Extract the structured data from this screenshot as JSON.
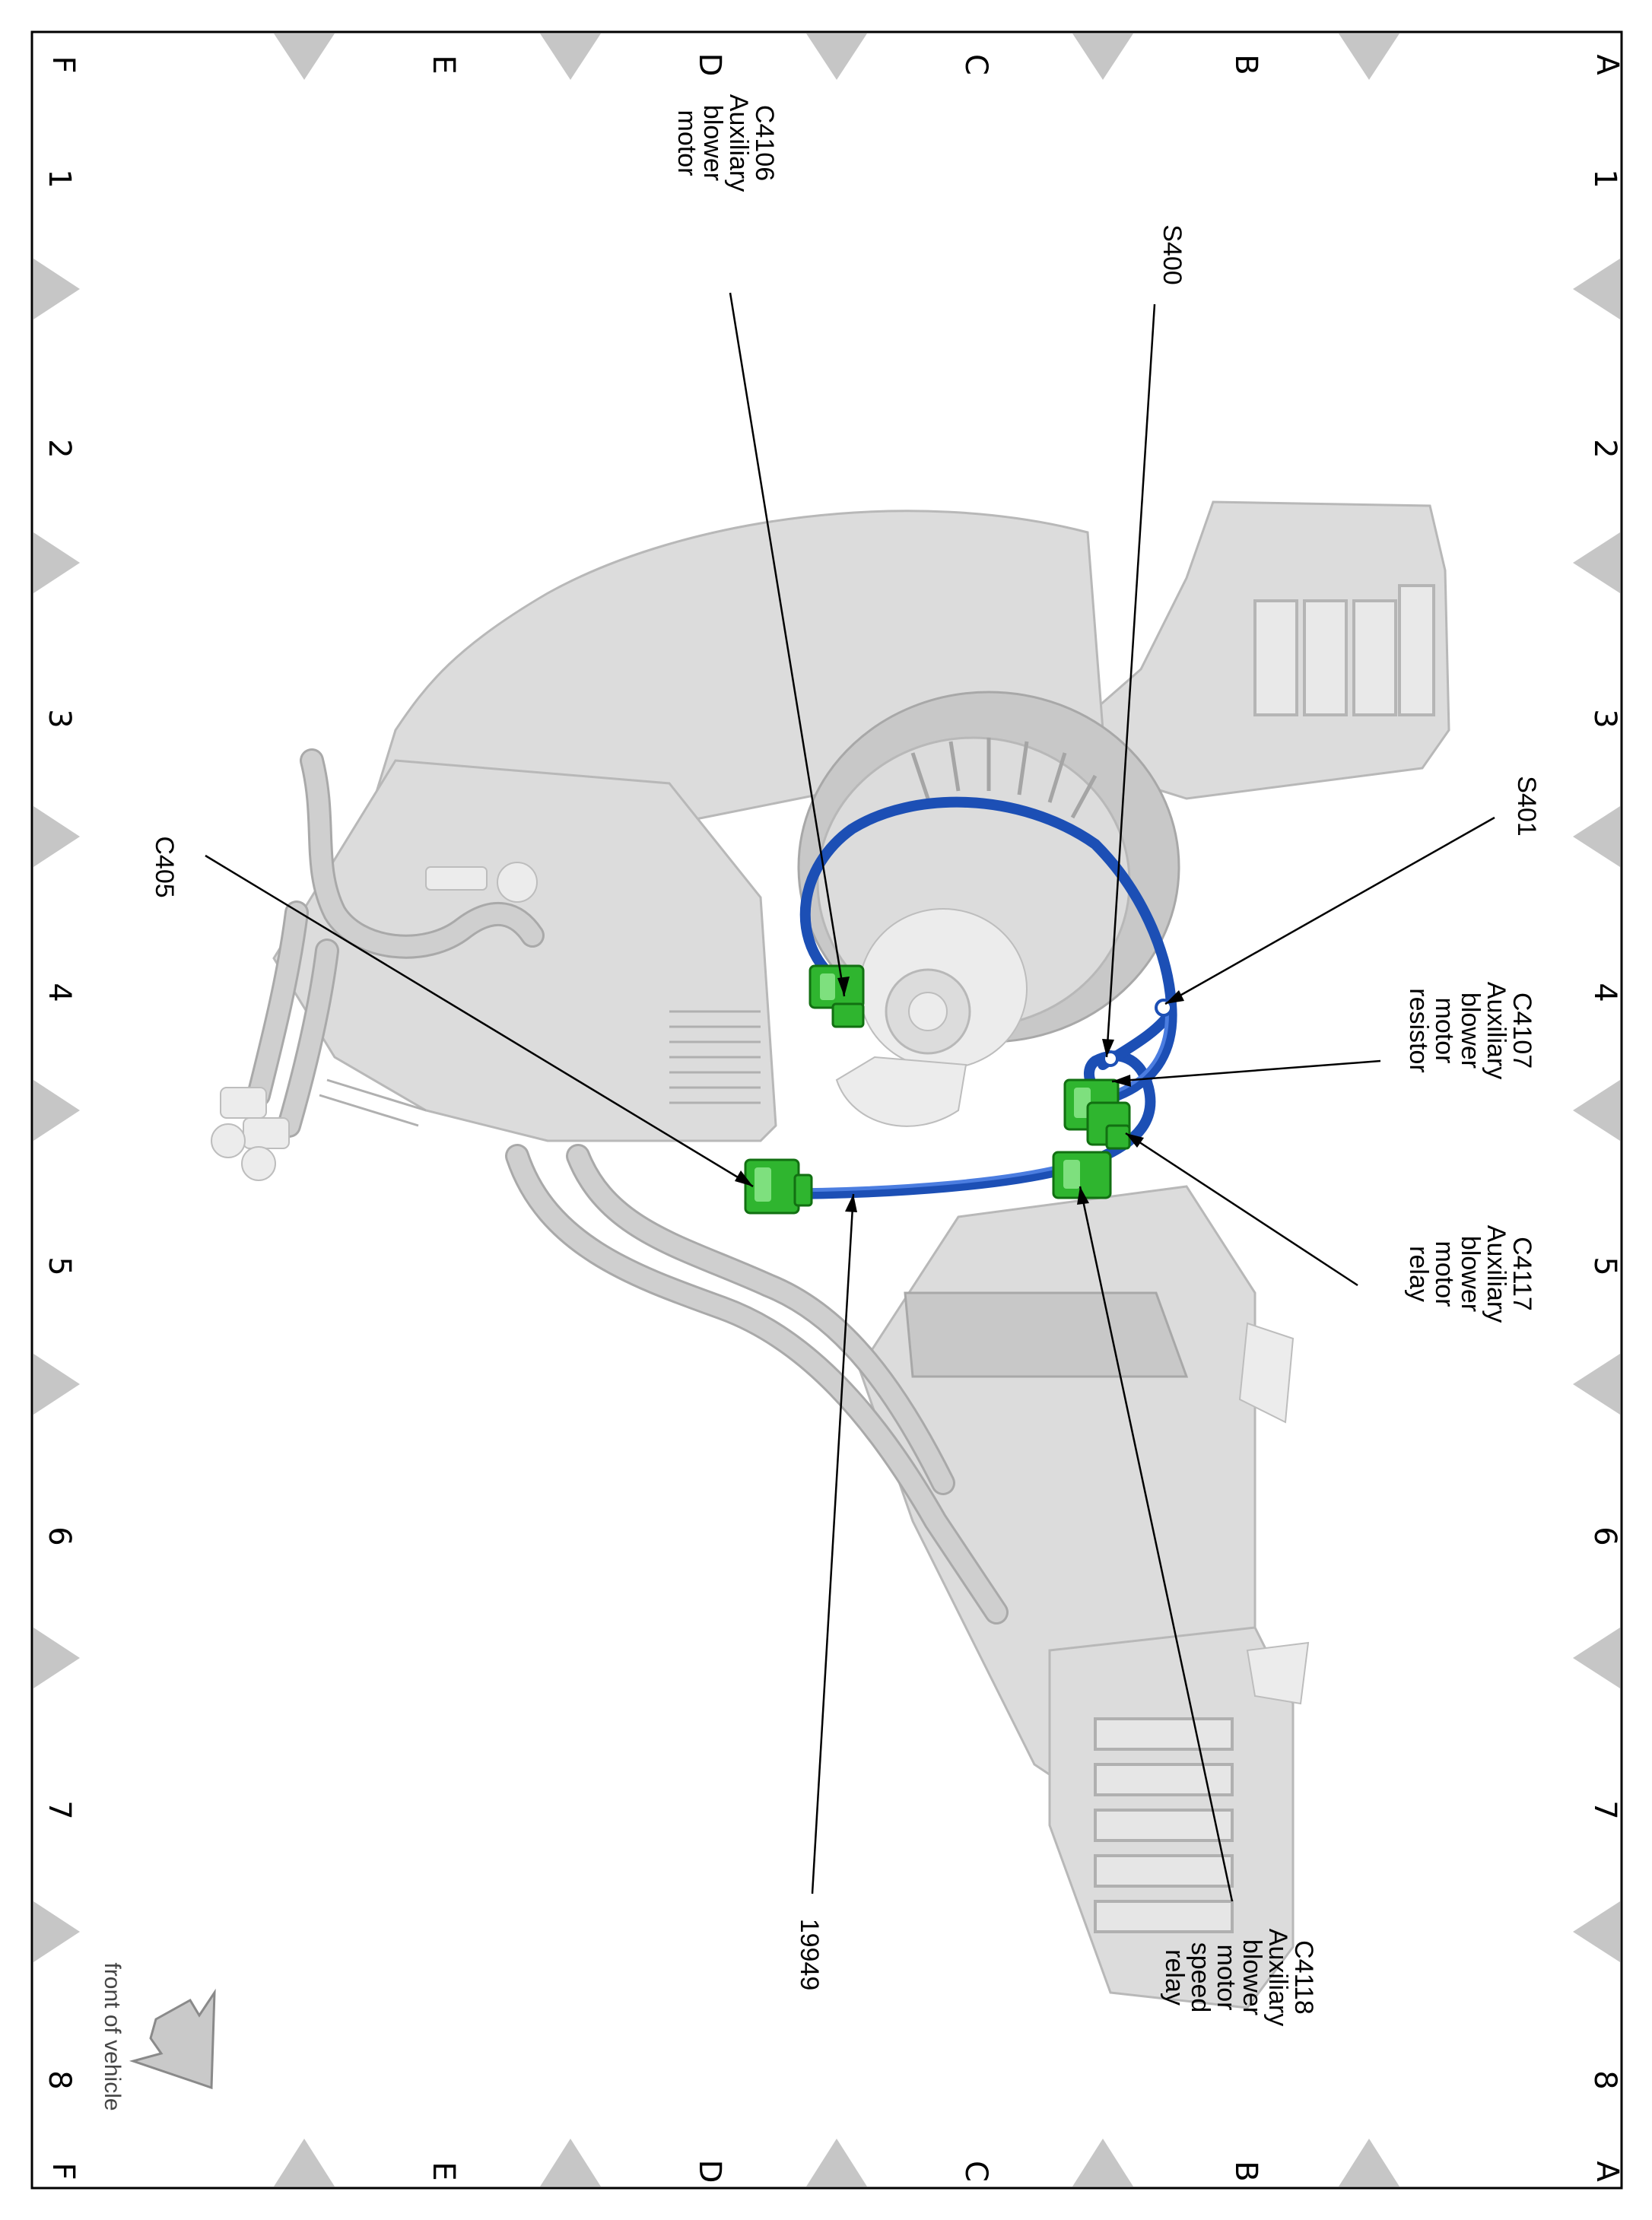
{
  "grid": {
    "rows": [
      "A",
      "B",
      "C",
      "D",
      "E",
      "F"
    ],
    "columns": [
      "1",
      "2",
      "3",
      "4",
      "5",
      "6",
      "7",
      "8"
    ]
  },
  "callouts": {
    "c4106": [
      "C4106",
      "Auxiliary",
      "blower",
      "motor"
    ],
    "s400": [
      "S400"
    ],
    "s401": [
      "S401"
    ],
    "c4107": [
      "C4107",
      "Auxiliary",
      "blower",
      "motor",
      "resistor"
    ],
    "c4117": [
      "C4117",
      "Auxiliary",
      "blower",
      "motor",
      "relay"
    ],
    "c4118": [
      "C4118",
      "Auxiliary",
      "blower",
      "motor",
      "speed",
      "relay"
    ],
    "c405": [
      "C405"
    ],
    "harness_19949": [
      "19949"
    ]
  },
  "orientation": {
    "label": "front of vehicle"
  },
  "colors": {
    "harness": "#1c4fb5",
    "connector": "#2fb52f",
    "component": "#dcdcdc",
    "border_triangle": "#c6c6c6"
  }
}
